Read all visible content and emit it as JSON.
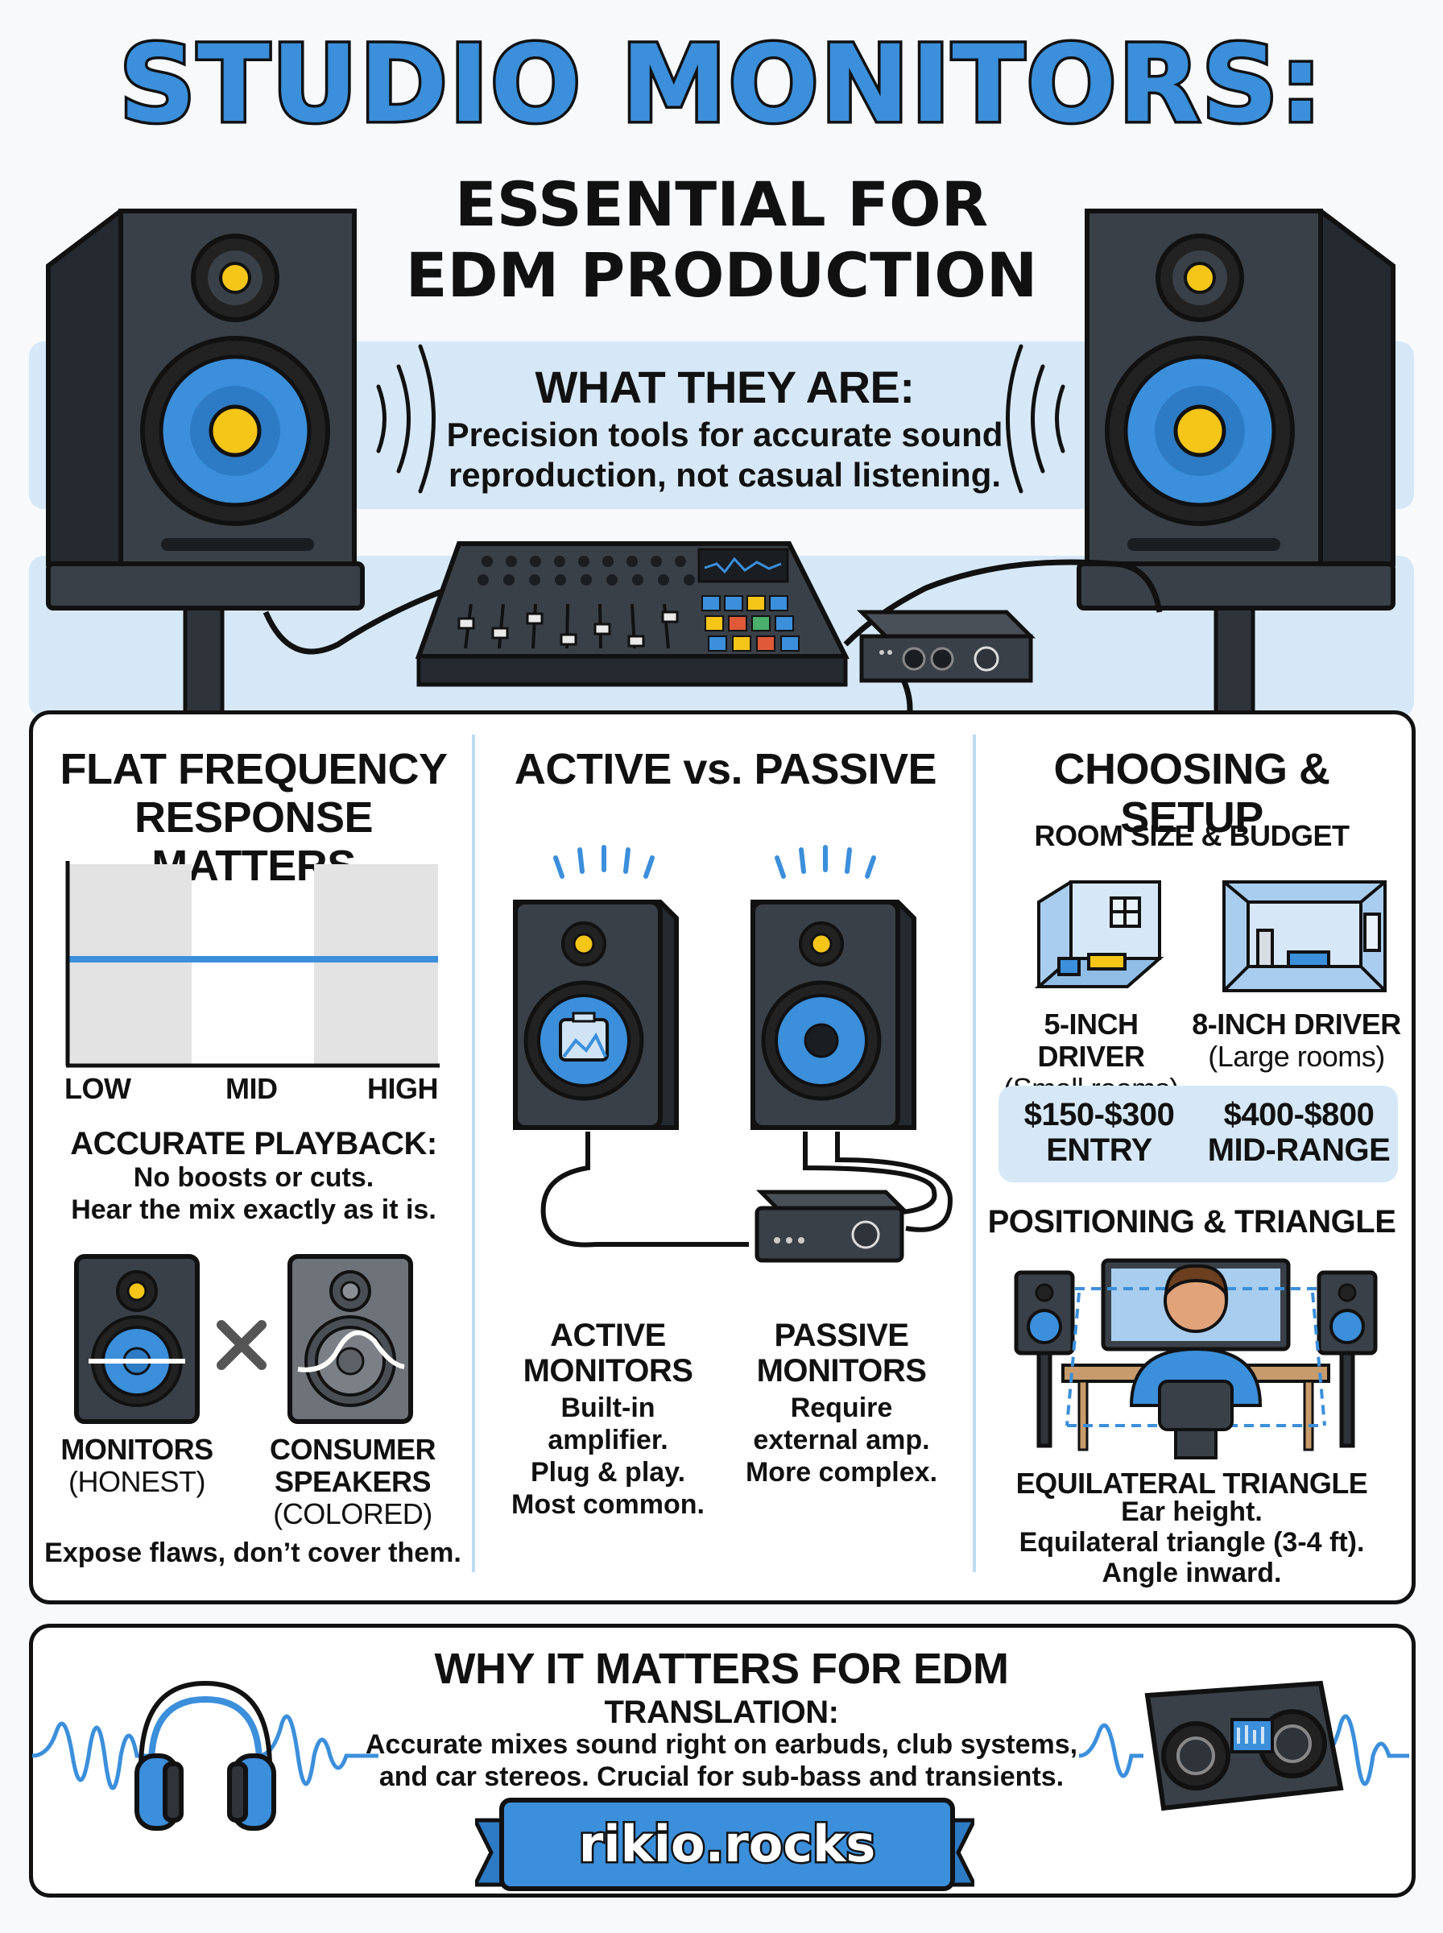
{
  "header": {
    "title": "STUDIO MONITORS:",
    "subtitle_line1": "ESSENTIAL FOR",
    "subtitle_line2": "EDM PRODUCTION"
  },
  "what": {
    "title": "WHAT THEY ARE:",
    "line1": "Precision tools for accurate sound",
    "line2": "reproduction, not casual listening."
  },
  "flat": {
    "title_line1": "FLAT FREQUENCY",
    "title_line2": "RESPONSE MATTERS",
    "axis": [
      "LOW",
      "MID",
      "HIGH"
    ],
    "accurate_title": "ACCURATE PLAYBACK:",
    "accurate_line1": "No boosts or cuts.",
    "accurate_line2": "Hear the mix exactly as it is.",
    "monitors_line1": "MONITORS",
    "monitors_line2": "(HONEST)",
    "consumer_line1": "CONSUMER",
    "consumer_line2": "SPEAKERS",
    "consumer_line3": "(COLORED)",
    "footer": "Expose flaws, don’t cover them."
  },
  "active": {
    "title": "ACTIVE vs. PASSIVE",
    "active_line1": "ACTIVE",
    "active_line2": "MONITORS",
    "active_desc1": "Built-in",
    "active_desc2": "amplifier.",
    "active_desc3": "Plug & play.",
    "active_desc4": "Most common.",
    "passive_line1": "PASSIVE",
    "passive_line2": "MONITORS",
    "passive_desc1": "Require",
    "passive_desc2": "external amp.",
    "passive_desc3": "More complex."
  },
  "setup": {
    "title": "CHOOSING & SETUP",
    "room_title": "ROOM SIZE & BUDGET",
    "small_driver": "5-INCH DRIVER",
    "small_room": "(Small rooms)",
    "large_driver": "8-INCH DRIVER",
    "large_room": "(Large rooms)",
    "price_entry": "$150-$300",
    "tier_entry": "ENTRY",
    "price_mid": "$400-$800",
    "tier_mid": "MID-RANGE",
    "position_title": "POSITIONING & TRIANGLE",
    "triangle_title": "EQUILATERAL TRIANGLE",
    "tri_line1": "Ear height.",
    "tri_line2": "Equilateral triangle (3-4 ft).",
    "tri_line3": "Angle inward."
  },
  "why": {
    "title": "WHY IT MATTERS FOR EDM",
    "subtitle": "TRANSLATION:",
    "line1": "Accurate mixes sound right on earbuds, club systems,",
    "line2": "and car stereos. Crucial for sub-bass and transients."
  },
  "badge": "rikio.rocks",
  "colors": {
    "accent": "#3b8fdb",
    "band": "#d6e8f7",
    "speaker": "#2f343b",
    "tweeter": "#f5c518"
  }
}
